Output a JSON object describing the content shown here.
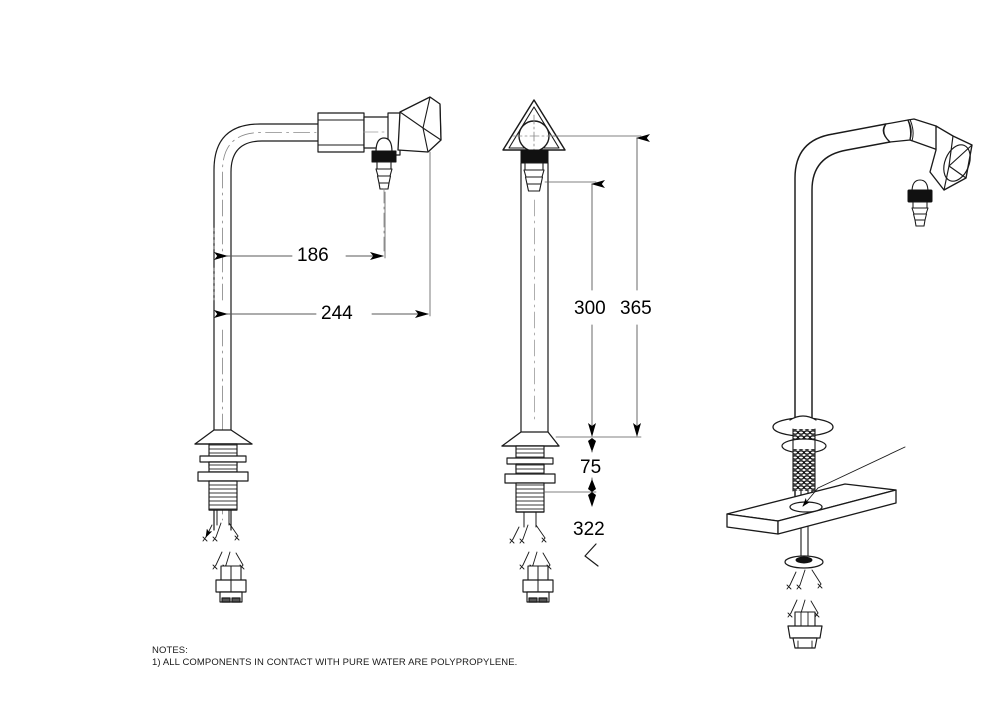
{
  "drawing": {
    "title": "laboratory gooseneck faucet technical drawing",
    "line_color": "#1a1a1a",
    "fill_color": "#ffffff",
    "hatch_color": "#555555",
    "accent_dark": "#111111"
  },
  "dimensions": {
    "horizontal": [
      {
        "id": "dim-186",
        "value": "186",
        "unit_implied": "mm",
        "view": "side-view"
      },
      {
        "id": "dim-244",
        "value": "244",
        "unit_implied": "mm",
        "view": "side-view"
      }
    ],
    "vertical": [
      {
        "id": "dim-300",
        "value": "300",
        "unit_implied": "mm",
        "view": "front-view"
      },
      {
        "id": "dim-365",
        "value": "365",
        "unit_implied": "mm",
        "view": "front-view"
      },
      {
        "id": "dim-75",
        "value": "75",
        "unit_implied": "mm",
        "view": "front-view"
      },
      {
        "id": "dim-322",
        "value": "322",
        "unit_implied": "mm",
        "view": "front-view"
      }
    ]
  },
  "notes": {
    "heading": "NOTES:",
    "items": [
      "1) ALL COMPONENTS IN CONTACT WITH PURE WATER ARE POLYPROPYLENE."
    ]
  },
  "views": {
    "side": {
      "label": "side-view-faucet"
    },
    "front": {
      "label": "front-view-faucet"
    },
    "isometric": {
      "label": "isometric-view-faucet"
    }
  },
  "components": {
    "gooseneck_spout": "gooseneck-spout",
    "valve_body": "valve-body",
    "triangular_handle": "triangular-handle",
    "hose_barb_nozzle": "hose-barb-nozzle",
    "mounting_flange": "mounting-flange",
    "threaded_shank": "threaded-shank",
    "lock_washer": "lock-washer",
    "lock_nut": "lock-nut",
    "countertop_slab": "countertop-slab",
    "inlet_fitting": "inlet-fitting"
  }
}
